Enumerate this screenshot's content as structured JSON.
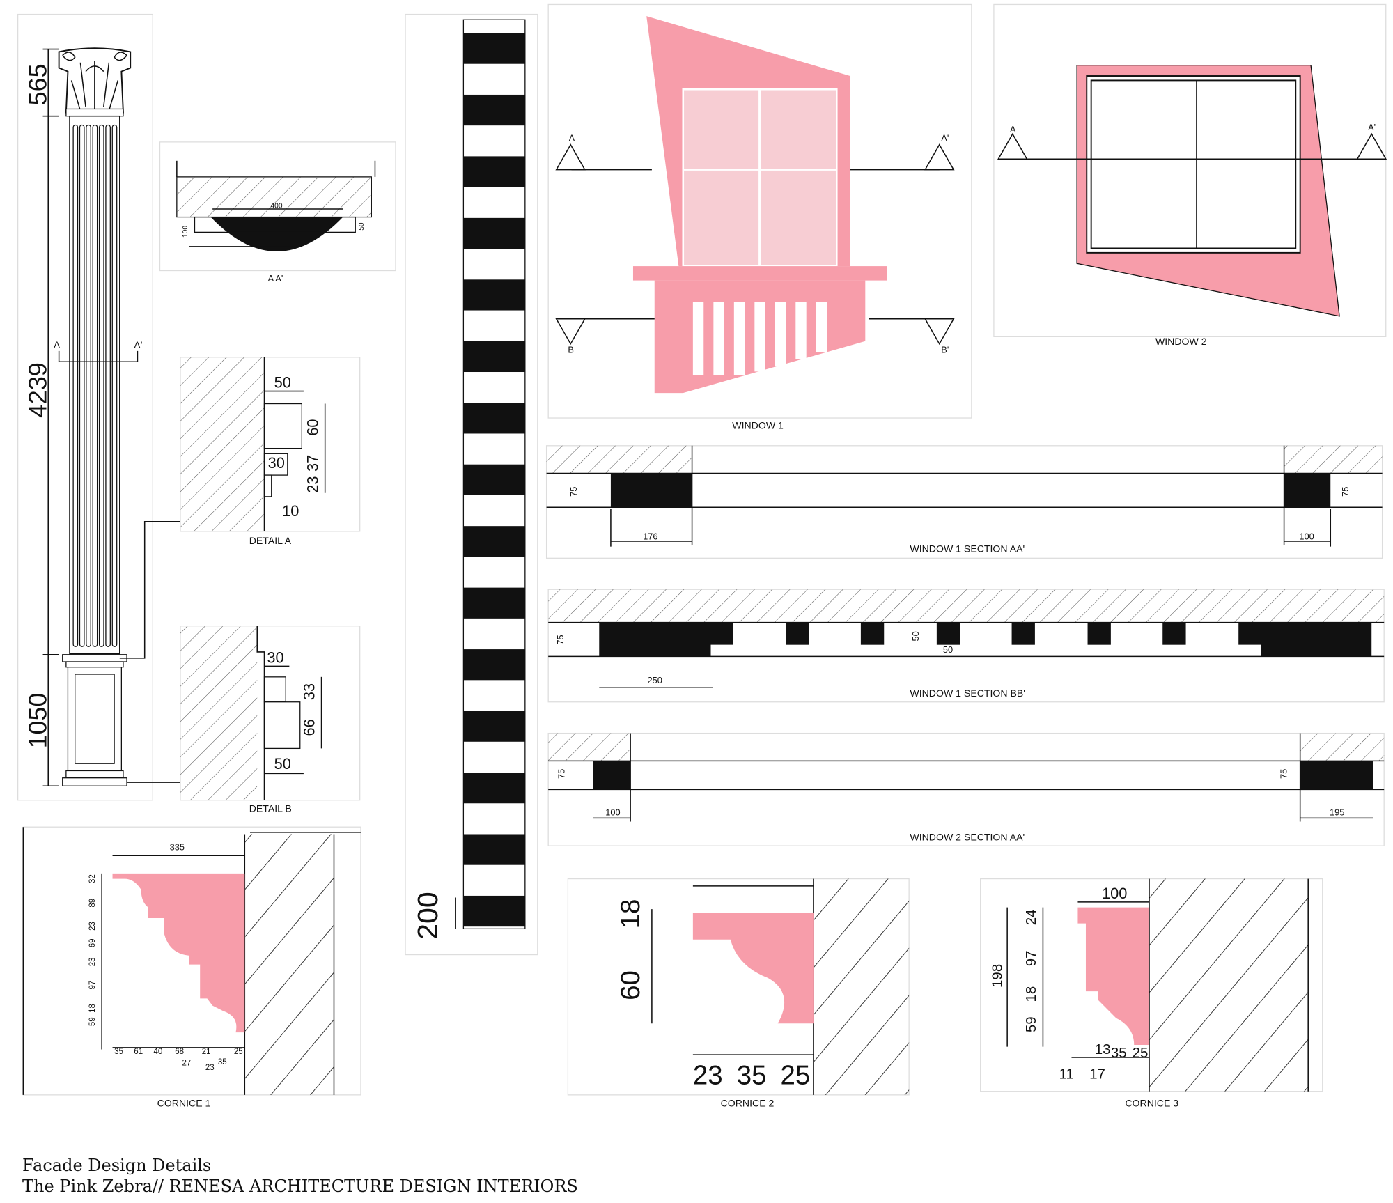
{
  "footer": {
    "title": "Facade Design Details",
    "subtitle": "The Pink Zebra// RENESA ARCHITECTURE DESIGN INTERIORS"
  },
  "colors": {
    "pink": "#f79daa",
    "light_pink": "#f7cdd3",
    "ink": "#111111"
  },
  "column": {
    "dims": [
      "565",
      "4239",
      "1050"
    ],
    "section_a": "A",
    "section_a2": "A'"
  },
  "aa_section": {
    "label": "A A'",
    "width": "400",
    "depth_right": "50",
    "depth_left": "100"
  },
  "detail_a": {
    "label": "DETAIL A",
    "dims": [
      "50",
      "60",
      "30",
      "37",
      "23",
      "10"
    ]
  },
  "detail_b": {
    "label": "DETAIL B",
    "dims": [
      "30",
      "33",
      "66",
      "50"
    ]
  },
  "scale_bar": {
    "dim": "200",
    "blocks": 29
  },
  "window1": {
    "label": "WINDOW 1",
    "a": "A",
    "a2": "A'",
    "b": "B",
    "b2": "B'"
  },
  "window2": {
    "label": "WINDOW 2",
    "a": "A",
    "a2": "A'"
  },
  "w1_section_aa": {
    "label": "WINDOW 1 SECTION AA'",
    "dims": [
      "75",
      "176",
      "75",
      "100"
    ]
  },
  "w1_section_bb": {
    "label": "WINDOW 1 SECTION BB'",
    "dims": [
      "75",
      "250",
      "50",
      "50"
    ]
  },
  "w2_section_aa": {
    "label": "WINDOW 2 SECTION AA'",
    "dims": [
      "75",
      "100",
      "75",
      "195"
    ]
  },
  "cornice1": {
    "label": "CORNICE 1",
    "width": "335",
    "vertical": [
      "32",
      "89",
      "23",
      "69",
      "23",
      "97",
      "18",
      "59"
    ],
    "horizontal": [
      "35",
      "61",
      "40",
      "68",
      "21",
      "27",
      "23",
      "35",
      "25"
    ]
  },
  "cornice2": {
    "label": "CORNICE 2",
    "vertical": [
      "18",
      "60"
    ],
    "horizontal": [
      "23",
      "35",
      "25"
    ]
  },
  "cornice3": {
    "label": "CORNICE 3",
    "width": "100",
    "total": "198",
    "vertical": [
      "24",
      "97",
      "18",
      "59"
    ],
    "horizontal": [
      "13",
      "35",
      "25",
      "11",
      "17"
    ]
  }
}
